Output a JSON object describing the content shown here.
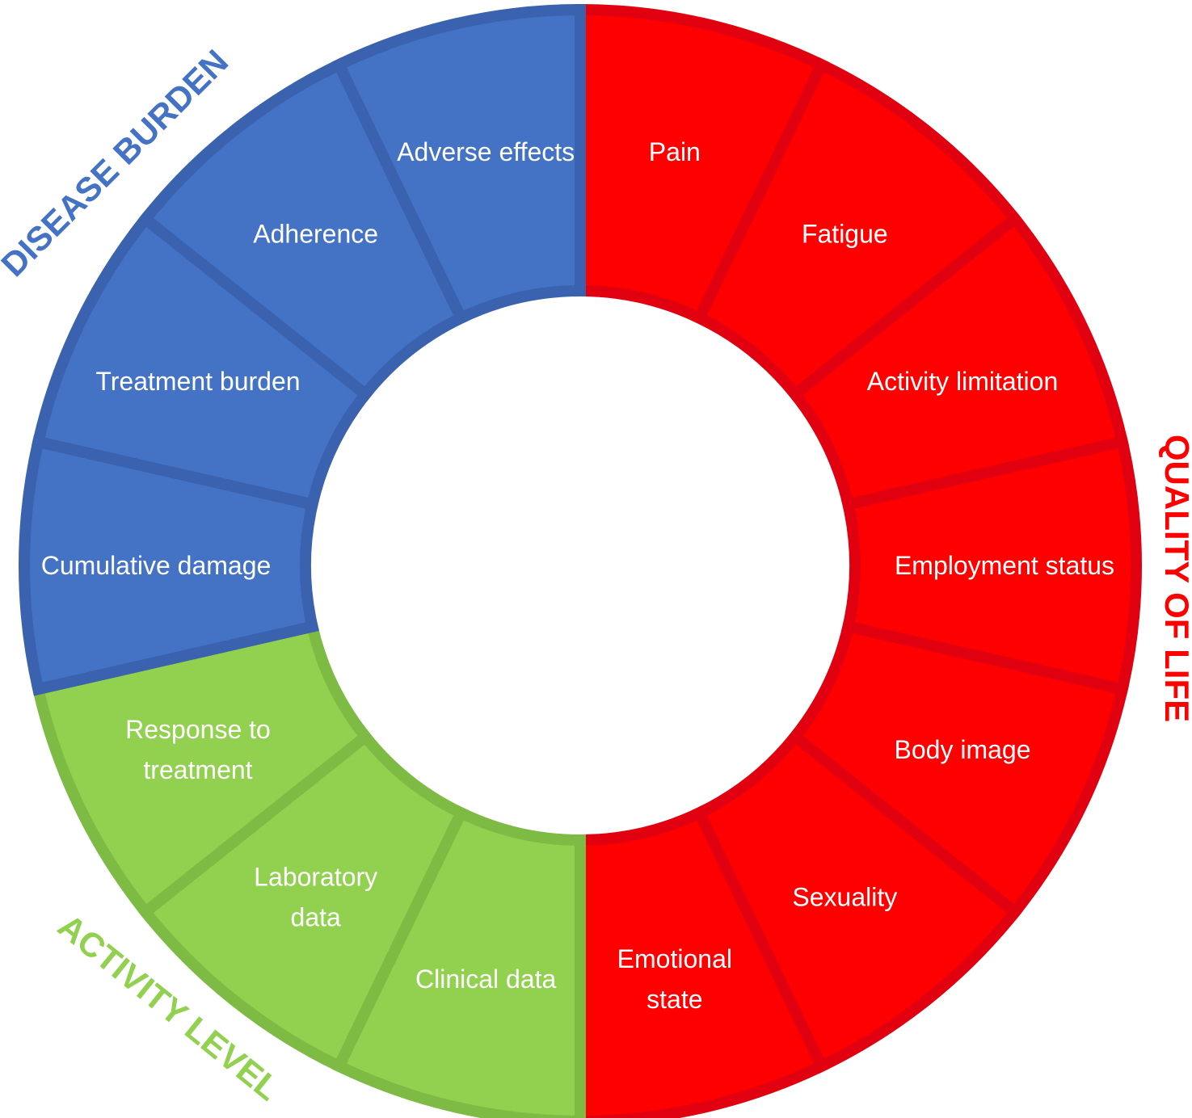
{
  "colors": {
    "disease_burden": "#4472C4",
    "disease_burden_edge": "#3A62AE",
    "quality_of_life": "#FF0000",
    "quality_of_life_edge": "#E00010",
    "activity_level": "#92D050",
    "activity_level_edge": "#7DBB44"
  },
  "groups": [
    {
      "id": "disease_burden",
      "title": "DISEASE BURDEN"
    },
    {
      "id": "quality_of_life",
      "title": "QUALITY OF LIFE"
    },
    {
      "id": "activity_level",
      "title": "ACTIVITY LEVEL"
    }
  ],
  "segments": [
    {
      "group": "quality_of_life",
      "lines": [
        "Pain"
      ]
    },
    {
      "group": "quality_of_life",
      "lines": [
        "Fatigue"
      ]
    },
    {
      "group": "quality_of_life",
      "lines": [
        "Activity limitation"
      ]
    },
    {
      "group": "quality_of_life",
      "lines": [
        "Employment status"
      ]
    },
    {
      "group": "quality_of_life",
      "lines": [
        "Body image"
      ]
    },
    {
      "group": "quality_of_life",
      "lines": [
        "Sexuality"
      ]
    },
    {
      "group": "quality_of_life",
      "lines": [
        "Emotional",
        "state"
      ]
    },
    {
      "group": "activity_level",
      "lines": [
        "Clinical data"
      ]
    },
    {
      "group": "activity_level",
      "lines": [
        "Laboratory",
        "data"
      ]
    },
    {
      "group": "activity_level",
      "lines": [
        "Response to",
        "treatment"
      ]
    },
    {
      "group": "disease_burden",
      "lines": [
        "Cumulative damage"
      ]
    },
    {
      "group": "disease_burden",
      "lines": [
        "Treatment burden"
      ]
    },
    {
      "group": "disease_burden",
      "lines": [
        "Adherence"
      ]
    },
    {
      "group": "disease_burden",
      "lines": [
        "Adverse effects"
      ]
    }
  ]
}
